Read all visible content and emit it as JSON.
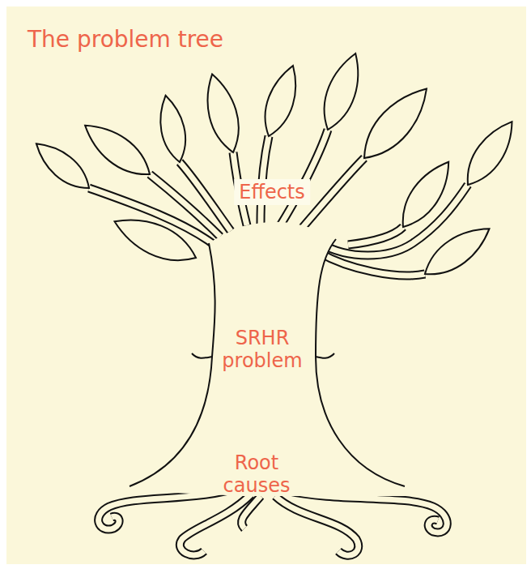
{
  "diagram": {
    "title": "The problem tree",
    "labels": [
      "Effects",
      "SRHR problem",
      "Root causes"
    ]
  }
}
